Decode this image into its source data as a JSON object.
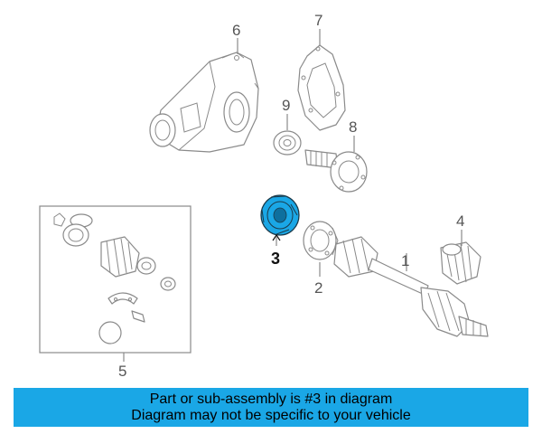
{
  "callouts": {
    "c1": "1",
    "c2": "2",
    "c3": "3",
    "c4": "4",
    "c5": "5",
    "c6": "6",
    "c7": "7",
    "c8": "8",
    "c9": "9"
  },
  "highlighted_part": "3",
  "colors": {
    "highlight": "#1aa7e6",
    "banner": "#1aa7e6",
    "line": "#8a8a8a"
  },
  "banner": {
    "line1": "Part or sub-assembly is #3 in diagram",
    "line2": "Diagram may not be specific to your vehicle"
  }
}
